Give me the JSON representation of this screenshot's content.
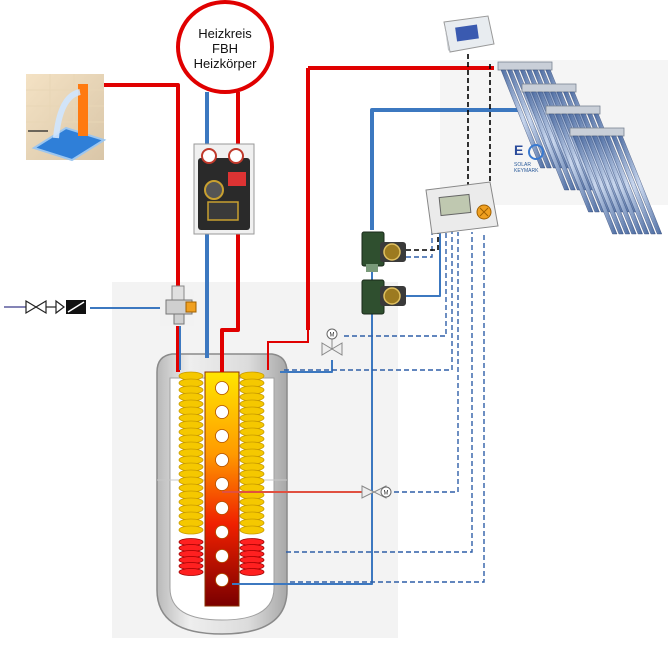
{
  "heating_circuit": {
    "line1": "Heizkreis",
    "line2": "FBH",
    "line3": "Heizkörper"
  },
  "solar_logo": {
    "letter": "E",
    "text": "SOLAR KEYMARK"
  },
  "colors": {
    "hot_pipe": "#e00000",
    "cold_pipe": "#3c78c0",
    "signal_line": "#2f5fa8",
    "control_line": "#000000",
    "tank_shell": "#d6d6d6",
    "coil": "#f5c800",
    "coil_hot": "#ff2020",
    "hot_rod_top": "#ffe000",
    "hot_rod_bottom": "#800000"
  },
  "icons": [
    "faucet-icon",
    "mixing-valve-icon",
    "check-valve-icon",
    "gate-valve-icon",
    "pump-icon",
    "three-way-valve-icon",
    "solar-collector-icon",
    "solar-controller-icon",
    "sensor-display-icon",
    "heating-station-icon"
  ]
}
